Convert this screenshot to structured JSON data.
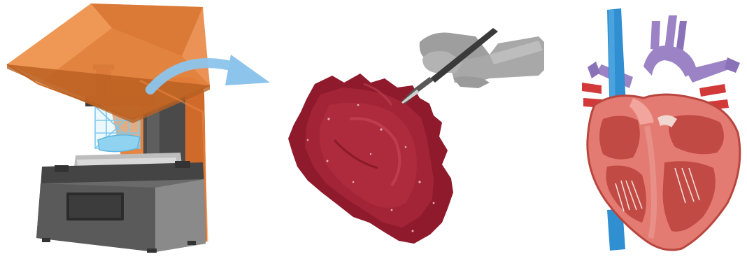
{
  "figure": {
    "panels": [
      {
        "id": "printer",
        "icon": "3d-printer-icon"
      },
      {
        "id": "arrow",
        "icon": "curved-arrow-icon"
      },
      {
        "id": "tissue",
        "icon": "tissue-sample-icon"
      },
      {
        "id": "scalpel",
        "icon": "hand-scalpel-icon"
      },
      {
        "id": "heart",
        "icon": "heart-anatomy-icon"
      }
    ],
    "colors": {
      "printer_orange": "#e8843f",
      "printer_gray": "#5a5a5a",
      "print_cyan": "#8fd3f0",
      "arrow_blue": "#8cc4ec",
      "tissue_red": "#9b1f30",
      "glove_gray": "#a8a8a8",
      "vein_blue": "#2f8fd0",
      "artery_purple": "#9b83c6",
      "aorta_red": "#d23a3a",
      "myocardium": "#e47b72"
    }
  }
}
